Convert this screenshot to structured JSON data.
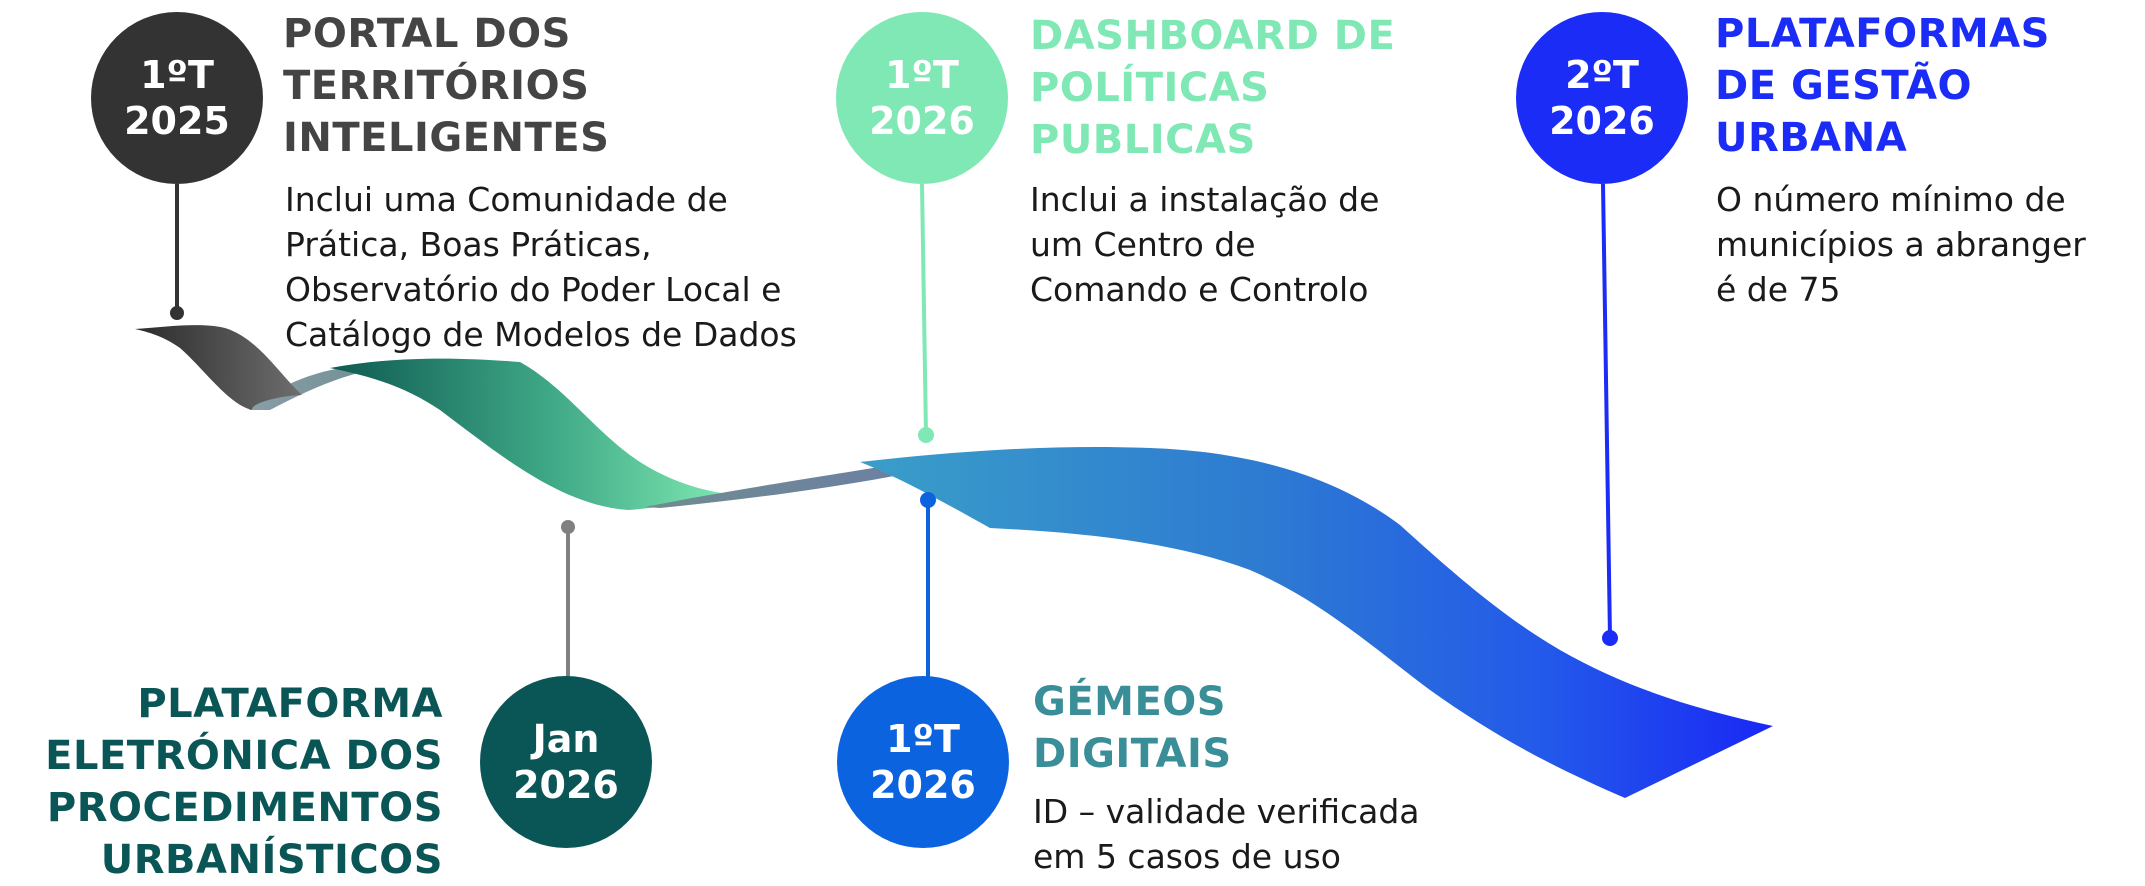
{
  "colors": {
    "dark": "#333333",
    "mint": "#7fe8b4",
    "royal": "#1a2cf5",
    "teal_dark": "#0a5556",
    "sky_blue": "#0c63e0",
    "teal_title": "#3a8e97",
    "grey_line": "#808080"
  },
  "milestones": [
    {
      "id": "portal",
      "badge": [
        "1ºT",
        "2025"
      ],
      "title": [
        "PORTAL DOS",
        "TERRITÓRIOS",
        "INTELIGENTES"
      ],
      "description": [
        "Inclui uma Comunidade de",
        "Prática, Boas Práticas,",
        "Observatório do Poder Local e",
        "Catálogo de Modelos de Dados"
      ]
    },
    {
      "id": "dashboard",
      "badge": [
        "1ºT",
        "2026"
      ],
      "title": [
        "DASHBOARD DE",
        "POLÍTICAS",
        "PUBLICAS"
      ],
      "description": [
        "Inclui a instalação de",
        "um Centro de",
        "Comando e Controlo"
      ]
    },
    {
      "id": "gestao",
      "badge": [
        "2ºT",
        "2026"
      ],
      "title": [
        "PLATAFORMAS",
        "DE GESTÃO",
        "URBANA"
      ],
      "description": [
        "O número mínimo de",
        "municípios a abranger",
        "é de 75"
      ]
    },
    {
      "id": "plataforma",
      "badge": [
        "Jan",
        "2026"
      ],
      "title": [
        "PLATAFORMA",
        "ELETRÓNICA DOS",
        "PROCEDIMENTOS",
        "URBANÍSTICOS"
      ],
      "description": []
    },
    {
      "id": "gemeos",
      "badge": [
        "1ºT",
        "2026"
      ],
      "title": [
        "GÉMEOS",
        "DIGITAIS"
      ],
      "description": [
        "ID – validade verificada",
        "em 5 casos de uso"
      ]
    }
  ]
}
